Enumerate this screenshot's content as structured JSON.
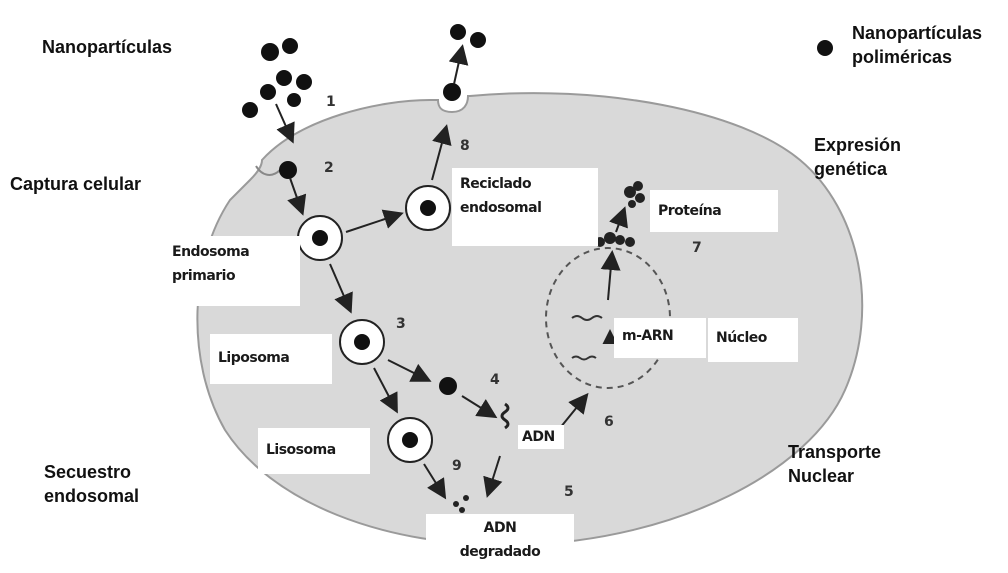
{
  "outer_labels": {
    "nanoparticles": "Nanopartículas",
    "legend_line1": "Nanopartículas",
    "legend_line2": "poliméricas",
    "cell_capture": "Captura celular",
    "gene_expression_line1": "Expresión",
    "gene_expression_line2": "genética",
    "endosomal_seq_line1": "Secuestro",
    "endosomal_seq_line2": "endosomal",
    "nuclear_transport_line1": "Transporte",
    "nuclear_transport_line2": "Nuclear"
  },
  "box_labels": {
    "recycling_line1": "Reciclado",
    "recycling_line2": "endosomal",
    "protein": "Proteína",
    "primary_endosome_line1": "Endosoma",
    "primary_endosome_line2": "primario",
    "liposome": "Liposoma",
    "mrna": "m-ARN",
    "nucleus": "Núcleo",
    "lysosome": "Lisosoma",
    "dna": "ADN",
    "degraded_dna_line1": "ADN",
    "degraded_dna_line2": "degradado"
  },
  "step_numbers": [
    "1",
    "2",
    "3",
    "4",
    "5",
    "6",
    "7",
    "8",
    "9"
  ]
}
